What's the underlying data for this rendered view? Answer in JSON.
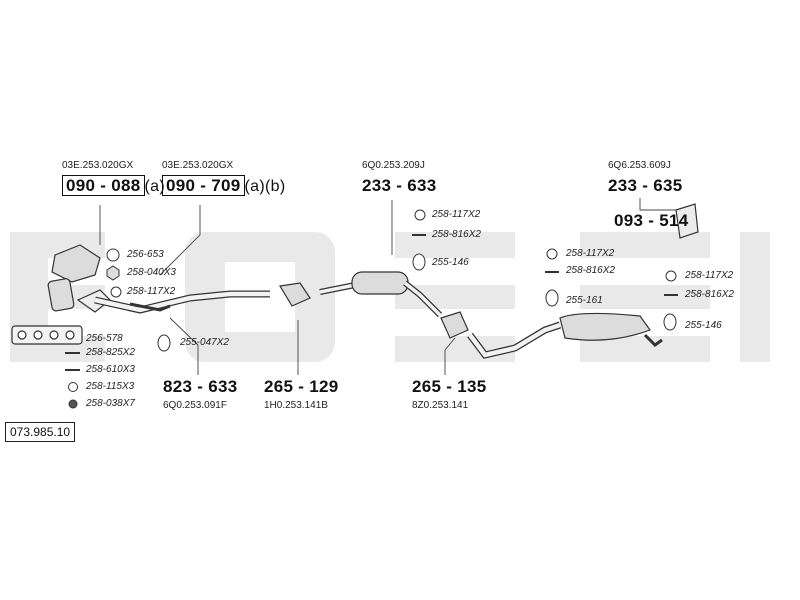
{
  "diagram_code": "073.985.10",
  "colors": {
    "watermark": "#e6e6e6",
    "part_fill": "#dcdcdc",
    "stroke": "#333333",
    "text": "#111111"
  },
  "main_parts": [
    {
      "part_no": "090 - 088",
      "suffix": "(a)",
      "oe_no": "03E.253.020GX",
      "boxed": true
    },
    {
      "part_no": "090 - 709",
      "suffix": "(a)(b)",
      "oe_no": "03E.253.020GX",
      "boxed": true
    },
    {
      "part_no": "233 - 633",
      "suffix": "",
      "oe_no": "6Q0.253.209J",
      "boxed": false
    },
    {
      "part_no": "233 - 635",
      "suffix": "",
      "oe_no": "6Q6.253.609J",
      "boxed": false
    },
    {
      "part_no": "093 - 514",
      "suffix": "",
      "oe_no": "",
      "boxed": false
    },
    {
      "part_no": "823 - 633",
      "suffix": "",
      "oe_no": "6Q0.253.091F",
      "boxed": false
    },
    {
      "part_no": "265 - 129",
      "suffix": "",
      "oe_no": "1H0.253.141B",
      "boxed": false
    },
    {
      "part_no": "265 - 135",
      "suffix": "",
      "oe_no": "8Z0.253.141",
      "boxed": false
    }
  ],
  "left_refs": [
    "256-653",
    "258-040X3",
    "258-117X2",
    "256-578",
    "258-825X2",
    "258-610X3",
    "258-115X3",
    "258-038X7"
  ],
  "mid_refs": [
    "255-047X2",
    "258-117X2",
    "258-816X2",
    "255-146"
  ],
  "right_refs": [
    "258-117X2",
    "258-816X2",
    "255-161",
    "258-117X2",
    "258-816X2",
    "255-146"
  ]
}
